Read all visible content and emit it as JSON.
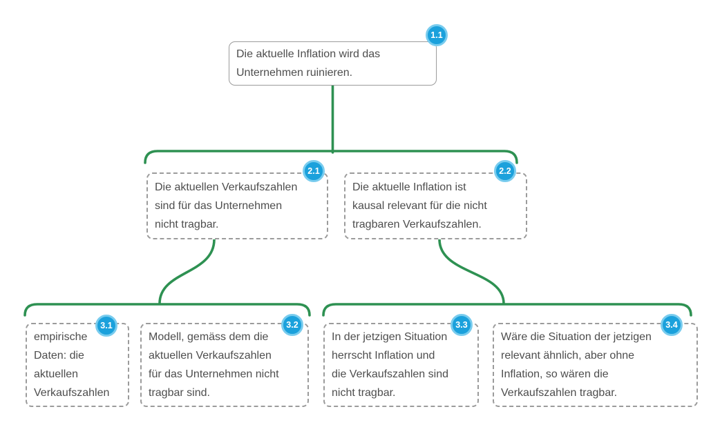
{
  "diagram": {
    "type": "argument-map",
    "nodes": [
      {
        "id": "1.1",
        "badge": "1.1",
        "level": 1,
        "border": "solid",
        "text": "Die aktuelle Inflation wird das\nUnternehmen ruinieren."
      },
      {
        "id": "2.1",
        "badge": "2.1",
        "level": 2,
        "border": "dashed",
        "text": "Die aktuellen Verkaufszahlen\nsind für das Unternehmen\nnicht tragbar."
      },
      {
        "id": "2.2",
        "badge": "2.2",
        "level": 2,
        "border": "dashed",
        "text": "Die aktuelle Inflation ist\nkausal relevant für die nicht\ntragbaren Verkaufszahlen."
      },
      {
        "id": "3.1",
        "badge": "3.1",
        "level": 3,
        "border": "dashed",
        "text": "empirische\nDaten: die\naktuellen\nVerkaufszahlen"
      },
      {
        "id": "3.2",
        "badge": "3.2",
        "level": 3,
        "border": "dashed",
        "text": "Modell, gemäss dem die\naktuellen Verkaufszahlen\nfür das Unternehmen nicht\ntragbar sind."
      },
      {
        "id": "3.3",
        "badge": "3.3",
        "level": 3,
        "border": "dashed",
        "text": "In der jetzigen Situation\nherrscht Inflation und\ndie Verkaufszahlen sind\nnicht tragbar."
      },
      {
        "id": "3.4",
        "badge": "3.4",
        "level": 3,
        "border": "dashed",
        "text": "Wäre die Situation der jetzigen\nrelevant ähnlich, aber ohne\nInflation, so wären die\nVerkaufszahlen tragbar."
      }
    ],
    "connections": [
      {
        "from": "1.1",
        "to": [
          "2.1",
          "2.2"
        ]
      },
      {
        "from": "2.1",
        "to": [
          "3.1",
          "3.2"
        ]
      },
      {
        "from": "2.2",
        "to": [
          "3.3",
          "3.4"
        ]
      }
    ]
  },
  "colors": {
    "connector-green": "#2e9152",
    "border-gray": "#9b9b9b",
    "text-gray": "#4d4d4d",
    "badge-blue": "#1ba1dc",
    "badge-ring": "#79ccee",
    "canvas-bg": "#ffffff"
  }
}
